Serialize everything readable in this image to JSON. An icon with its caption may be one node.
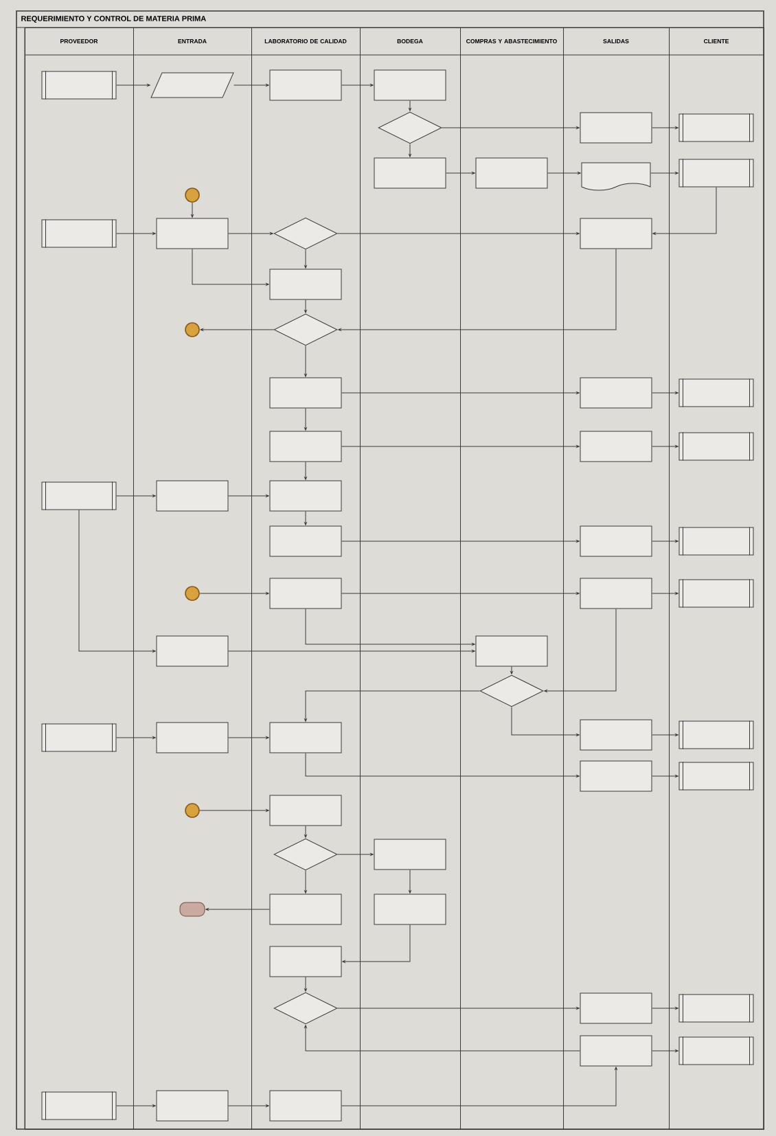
{
  "diagram": {
    "title": "REQUERIMIENTO Y CONTROL DE MATERIA PRIMA",
    "nodes": [
      {
        "text": [
          "PROVEEDOR"
        ]
      },
      {
        "text": [
          "ENTRADA"
        ]
      },
      {
        "text": [
          "LABORATORIO DE CALIDAD"
        ]
      },
      {
        "text": [
          "BODEGA"
        ]
      },
      {
        "text": [
          "COMPRAS Y ABASTECIMIENTO"
        ]
      },
      {
        "text": [
          "SALIDAS"
        ]
      },
      {
        "text": [
          "CLIENTE"
        ]
      },
      {
        "text": [],
        "shape": "subprocess",
        "in": 0
      },
      {
        "text": [],
        "shape": "parallelogram",
        "in": 1
      },
      {
        "text": [],
        "shape": "box",
        "in": 2
      },
      {
        "text": [],
        "shape": "box",
        "in": 3
      },
      {
        "text": [],
        "shape": "diamond",
        "in": 3
      },
      {
        "text": [],
        "shape": "box",
        "in": 5
      },
      {
        "text": [],
        "shape": "subprocess",
        "in": 6
      },
      {
        "text": [],
        "shape": "box",
        "in": 3
      },
      {
        "text": [],
        "shape": "box",
        "in": 4
      },
      {
        "text": [],
        "shape": "document",
        "in": 5
      },
      {
        "text": [],
        "shape": "subprocess",
        "in": 6
      },
      {
        "text": [],
        "shape": "circle",
        "in": 1
      },
      {
        "text": [],
        "shape": "subprocess",
        "in": 0
      },
      {
        "text": [],
        "shape": "box",
        "in": 1
      },
      {
        "text": [],
        "shape": "diamond",
        "in": 2
      },
      {
        "text": [],
        "shape": "box",
        "in": 5
      },
      {
        "text": [],
        "shape": "box",
        "in": 2
      },
      {
        "text": [],
        "shape": "diamond",
        "in": 2
      },
      {
        "text": [],
        "shape": "circle",
        "in": 1
      },
      {
        "text": [],
        "shape": "box",
        "in": 2
      },
      {
        "text": [],
        "shape": "box",
        "in": 5
      },
      {
        "text": [],
        "shape": "subprocess",
        "in": 6
      },
      {
        "text": [],
        "shape": "box",
        "in": 2
      },
      {
        "text": [],
        "shape": "box",
        "in": 5
      },
      {
        "text": [],
        "shape": "subprocess",
        "in": 6
      },
      {
        "text": [],
        "shape": "subprocess",
        "in": 0
      },
      {
        "text": [],
        "shape": "box",
        "in": 1
      },
      {
        "text": [],
        "shape": "box",
        "in": 2
      },
      {
        "text": [],
        "shape": "box",
        "in": 2
      },
      {
        "text": [],
        "shape": "box",
        "in": 5
      },
      {
        "text": [],
        "shape": "subprocess",
        "in": 6
      },
      {
        "text": [],
        "shape": "circle",
        "in": 1
      },
      {
        "text": [],
        "shape": "box",
        "in": 2
      },
      {
        "text": [],
        "shape": "box",
        "in": 5
      },
      {
        "text": [],
        "shape": "subprocess",
        "in": 6
      },
      {
        "text": [],
        "shape": "box",
        "in": 1
      },
      {
        "text": [],
        "shape": "box",
        "in": 4
      },
      {
        "text": [],
        "shape": "diamond",
        "in": 4
      },
      {
        "text": [],
        "shape": "subprocess",
        "in": 0
      },
      {
        "text": [],
        "shape": "box",
        "in": 1
      },
      {
        "text": [],
        "shape": "box",
        "in": 2
      },
      {
        "text": [],
        "shape": "box",
        "in": 5
      },
      {
        "text": [],
        "shape": "subprocess",
        "in": 6
      },
      {
        "text": [],
        "shape": "box",
        "in": 5
      },
      {
        "text": [],
        "shape": "subprocess",
        "in": 6
      },
      {
        "text": [],
        "shape": "circle",
        "in": 1
      },
      {
        "text": [],
        "shape": "box",
        "in": 2
      },
      {
        "text": [],
        "shape": "diamond",
        "in": 2
      },
      {
        "text": [],
        "shape": "box",
        "in": 3
      },
      {
        "text": [],
        "shape": "pill",
        "in": 1
      },
      {
        "text": [],
        "shape": "box",
        "in": 2
      },
      {
        "text": [],
        "shape": "box",
        "in": 3
      },
      {
        "text": [],
        "shape": "box",
        "in": 2
      },
      {
        "text": [],
        "shape": "diamond",
        "in": 2
      },
      {
        "text": [],
        "shape": "box",
        "in": 5
      },
      {
        "text": [],
        "shape": "subprocess",
        "in": 6
      },
      {
        "text": [],
        "shape": "box",
        "in": 5
      },
      {
        "text": [],
        "shape": "subprocess",
        "in": 6
      },
      {
        "text": [],
        "shape": "subprocess",
        "in": 0
      },
      {
        "text": [],
        "shape": "box",
        "in": 1
      },
      {
        "text": [],
        "shape": "box",
        "in": 2
      }
    ],
    "edges": [
      {
        "from": 7,
        "to": 8,
        "arrow": "to"
      },
      {
        "from": 8,
        "to": 9,
        "arrow": "to"
      },
      {
        "from": 9,
        "to": 10,
        "arrow": "to"
      },
      {
        "from": 10,
        "to": 11,
        "arrow": "to"
      },
      {
        "from": 11,
        "to": 12,
        "arrow": "to"
      },
      {
        "from": 12,
        "to": 13,
        "arrow": "to"
      },
      {
        "from": 11,
        "to": 14,
        "arrow": "to"
      },
      {
        "from": 14,
        "to": 15,
        "arrow": "to"
      },
      {
        "from": 15,
        "to": 16,
        "arrow": "to"
      },
      {
        "from": 16,
        "to": 17,
        "arrow": "to"
      },
      {
        "from": 17,
        "to": 22,
        "arrow": "to"
      },
      {
        "from": 18,
        "to": 20,
        "arrow": "to"
      },
      {
        "from": 19,
        "to": 20,
        "arrow": "to"
      },
      {
        "from": 20,
        "to": 21,
        "arrow": "to"
      },
      {
        "from": 21,
        "to": 22,
        "arrow": "to"
      },
      {
        "from": 21,
        "to": 23,
        "arrow": "to"
      },
      {
        "from": 20,
        "to": 23,
        "arrow": "to"
      },
      {
        "from": 23,
        "to": 24,
        "arrow": "to"
      },
      {
        "from": 24,
        "to": 25,
        "arrow": "to"
      },
      {
        "from": 22,
        "to": 24,
        "arrow": "to"
      },
      {
        "from": 24,
        "to": 26,
        "arrow": "to"
      },
      {
        "from": 26,
        "to": 27,
        "arrow": "to"
      },
      {
        "from": 27,
        "to": 28,
        "arrow": "to"
      },
      {
        "from": 26,
        "to": 29,
        "arrow": "to"
      },
      {
        "from": 29,
        "to": 30,
        "arrow": "to"
      },
      {
        "from": 30,
        "to": 31,
        "arrow": "to"
      },
      {
        "from": 32,
        "to": 33,
        "arrow": "to"
      },
      {
        "from": 33,
        "to": 34,
        "arrow": "to"
      },
      {
        "from": 29,
        "to": 34,
        "arrow": "to"
      },
      {
        "from": 34,
        "to": 35,
        "arrow": "to"
      },
      {
        "from": 35,
        "to": 36,
        "arrow": "to"
      },
      {
        "from": 36,
        "to": 37,
        "arrow": "to"
      },
      {
        "from": 32,
        "to": 42,
        "arrow": "to"
      },
      {
        "from": 42,
        "to": 43,
        "arrow": "to"
      },
      {
        "from": 38,
        "to": 39,
        "arrow": "to"
      },
      {
        "from": 39,
        "to": 40,
        "arrow": "to"
      },
      {
        "from": 40,
        "to": 41,
        "arrow": "to"
      },
      {
        "from": 39,
        "to": 43,
        "arrow": "to"
      },
      {
        "from": 43,
        "to": 44,
        "arrow": "to"
      },
      {
        "from": 44,
        "to": 47,
        "arrow": "to"
      },
      {
        "from": 44,
        "to": 48,
        "arrow": "to"
      },
      {
        "from": 40,
        "to": 44,
        "arrow": "to"
      },
      {
        "from": 45,
        "to": 46,
        "arrow": "to"
      },
      {
        "from": 46,
        "to": 47,
        "arrow": "to"
      },
      {
        "from": 47,
        "to": 50,
        "arrow": "to"
      },
      {
        "from": 48,
        "to": 49,
        "arrow": "to"
      },
      {
        "from": 50,
        "to": 51,
        "arrow": "to"
      },
      {
        "from": 52,
        "to": 53,
        "arrow": "to"
      },
      {
        "from": 53,
        "to": 54,
        "arrow": "to"
      },
      {
        "from": 54,
        "to": 55,
        "arrow": "to"
      },
      {
        "from": 54,
        "to": 57,
        "arrow": "to"
      },
      {
        "from": 57,
        "to": 56,
        "arrow": "to"
      },
      {
        "from": 55,
        "to": 58,
        "arrow": "to"
      },
      {
        "from": 58,
        "to": 59,
        "arrow": "to"
      },
      {
        "from": 59,
        "to": 60,
        "arrow": "to"
      },
      {
        "from": 60,
        "to": 61,
        "arrow": "to"
      },
      {
        "from": 61,
        "to": 62,
        "arrow": "to"
      },
      {
        "from": 63,
        "to": 60,
        "arrow": "to"
      },
      {
        "from": 63,
        "to": 64,
        "arrow": "to"
      },
      {
        "from": 65,
        "to": 66,
        "arrow": "to"
      },
      {
        "from": 66,
        "to": 67,
        "arrow": "to"
      },
      {
        "from": 67,
        "to": 63,
        "arrow": "to"
      }
    ]
  }
}
